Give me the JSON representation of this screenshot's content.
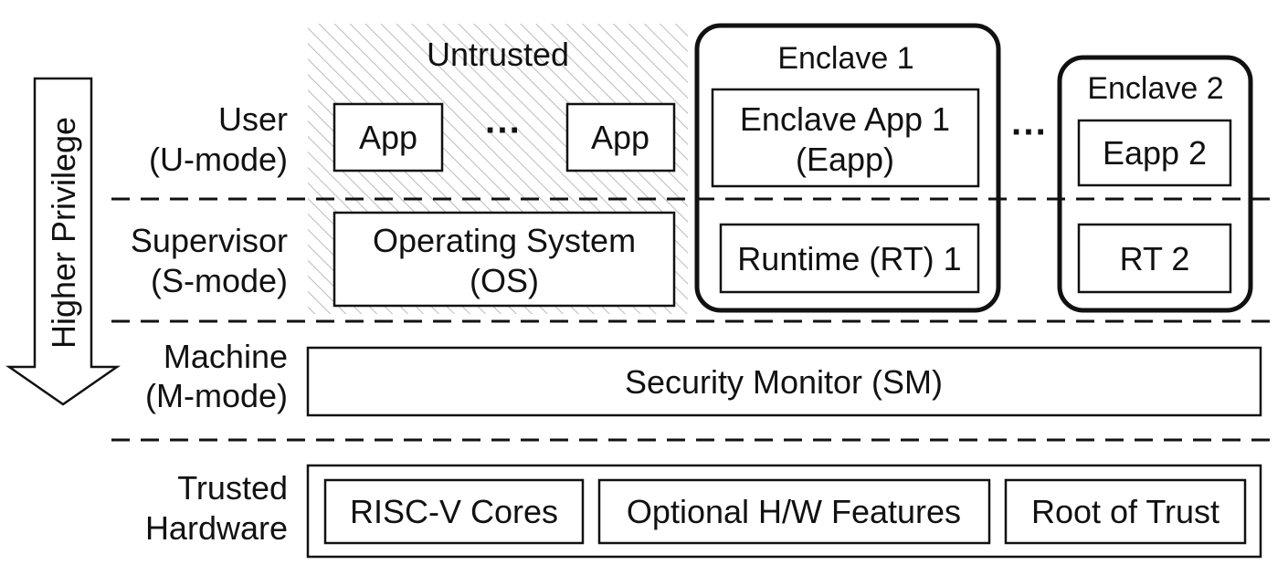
{
  "arrow": {
    "label": "Higher Privilege"
  },
  "levels": {
    "user": {
      "line1": "User",
      "line2": "(U-mode)"
    },
    "supervisor": {
      "line1": "Supervisor",
      "line2": "(S-mode)"
    },
    "machine": {
      "line1": "Machine",
      "line2": "(M-mode)"
    },
    "hardware": {
      "line1": "Trusted",
      "line2": "Hardware"
    }
  },
  "untrusted": {
    "title": "Untrusted",
    "app_left": "App",
    "ellipsis": "···",
    "app_right": "App",
    "os_line1": "Operating System",
    "os_line2": "(OS)"
  },
  "enclave1": {
    "title": "Enclave 1",
    "eapp_line1": "Enclave App 1",
    "eapp_line2": "(Eapp)",
    "runtime": "Runtime (RT) 1"
  },
  "between_enclaves": "···",
  "enclave2": {
    "title": "Enclave 2",
    "eapp": "Eapp 2",
    "runtime": "RT 2"
  },
  "security_monitor": "Security Monitor (SM)",
  "hardware_items": [
    "RISC-V Cores",
    "Optional H/W Features",
    "Root of Trust"
  ],
  "colors": {
    "line": "#111111",
    "hatch": "#bbbbbb",
    "background": "#ffffff"
  }
}
